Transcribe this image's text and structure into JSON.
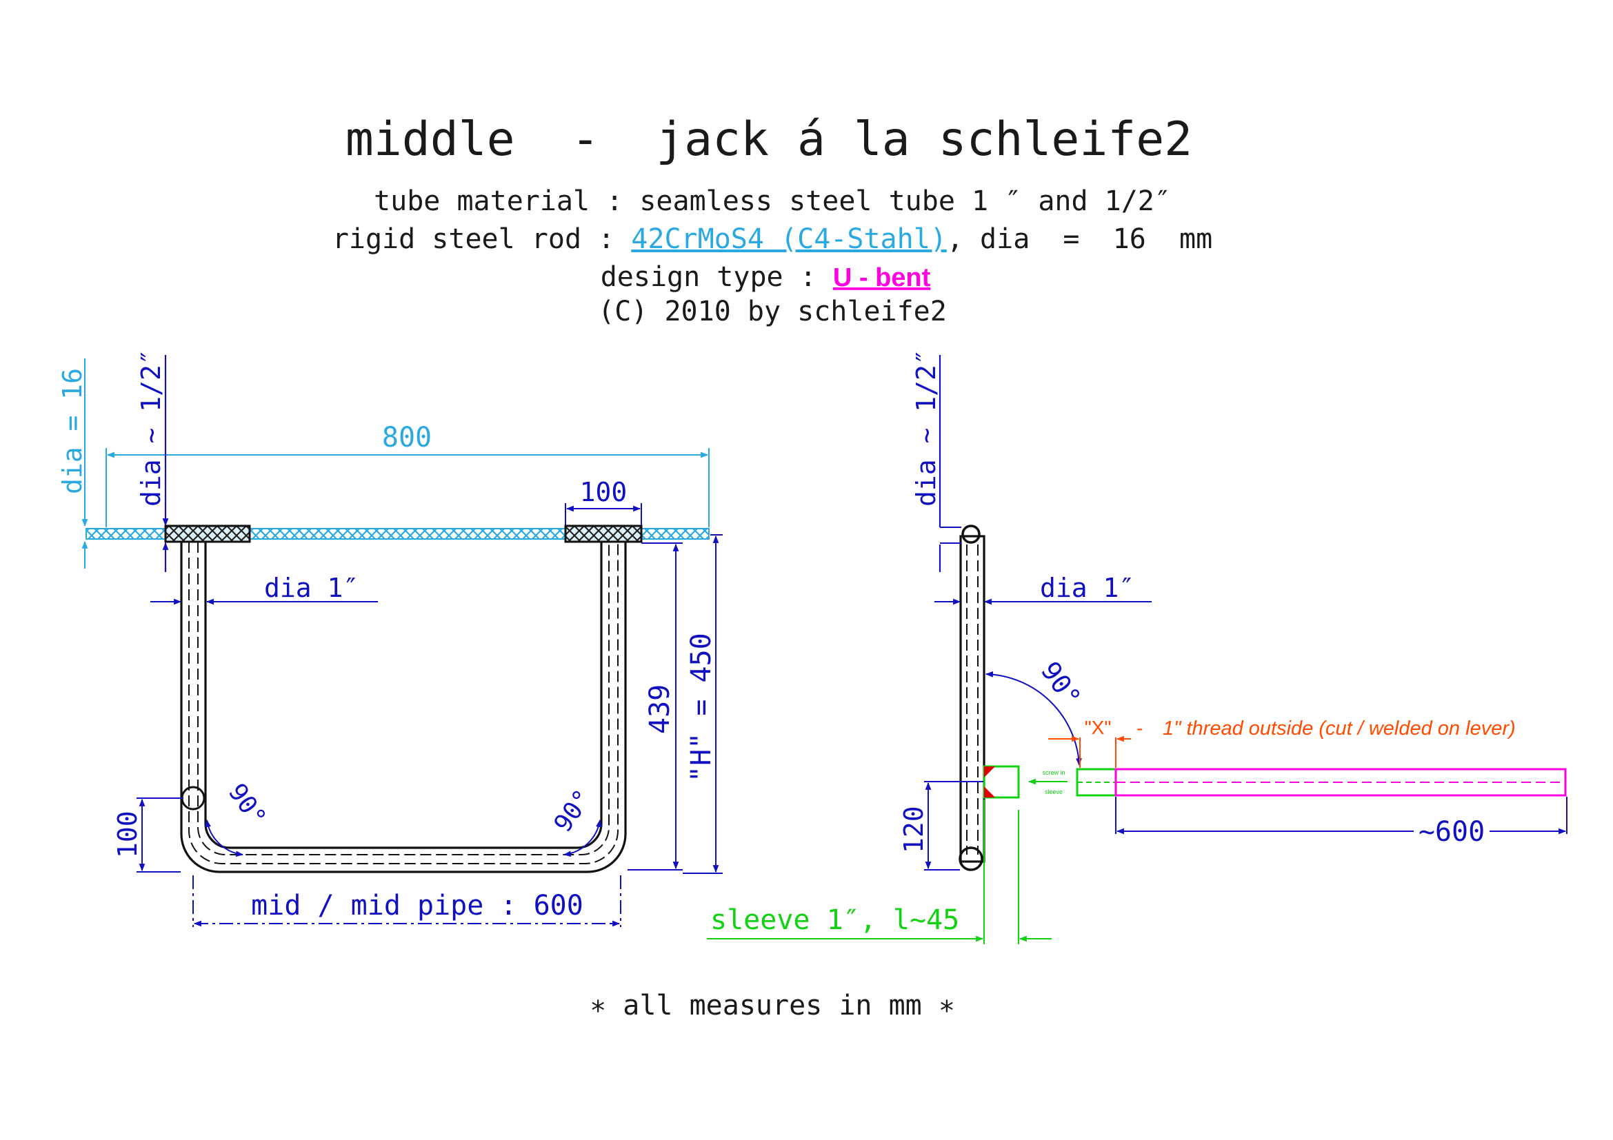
{
  "title": "middle  -  jack á la schleife2",
  "subtitle": {
    "tube_material": "tube material : seamless steel tube 1 ″ and 1/2″",
    "rod_prefix": "rigid steel rod : ",
    "rod_link": "42CrMoS4 (C4-Stahl)",
    "rod_suffix": ", dia  =  16  mm",
    "design_prefix": "design type : ",
    "design_link": "U - bent",
    "copyright": "(C) 2010 by schleife2"
  },
  "front_view": {
    "dia_rod": "dia = 16",
    "dia_half": "dia ~ 1/2″",
    "length_800": "800",
    "sleeve_100": "100",
    "dia_1": "dia 1″",
    "height_439": "439",
    "height_h": "\"H\" = 450",
    "angle_left": "90°",
    "angle_right": "90°",
    "bend_100": "100",
    "mid_pipe": "mid / mid pipe : 600"
  },
  "side_view": {
    "dia_half": "dia ~ 1/2″",
    "dia_1": "dia 1″",
    "angle": "90°",
    "x_label": "\"X\"",
    "x_dash": "-",
    "thread_note": "1\" thread outside (cut / welded on lever)",
    "screw_in": "screw in",
    "sleeve_small": "sleeve",
    "height_120": "120",
    "lever_600": "~600",
    "sleeve_label": "sleeve 1″, l~45"
  },
  "footer": "∗ all measures in mm ∗",
  "colors": {
    "black": "#1a1a1a",
    "dim_blue": "#1010c0",
    "cyan": "#29a9e0",
    "green": "#12d012",
    "orange": "#ff4a00",
    "magenta": "#ff00e0",
    "weld_red": "#e00000"
  }
}
